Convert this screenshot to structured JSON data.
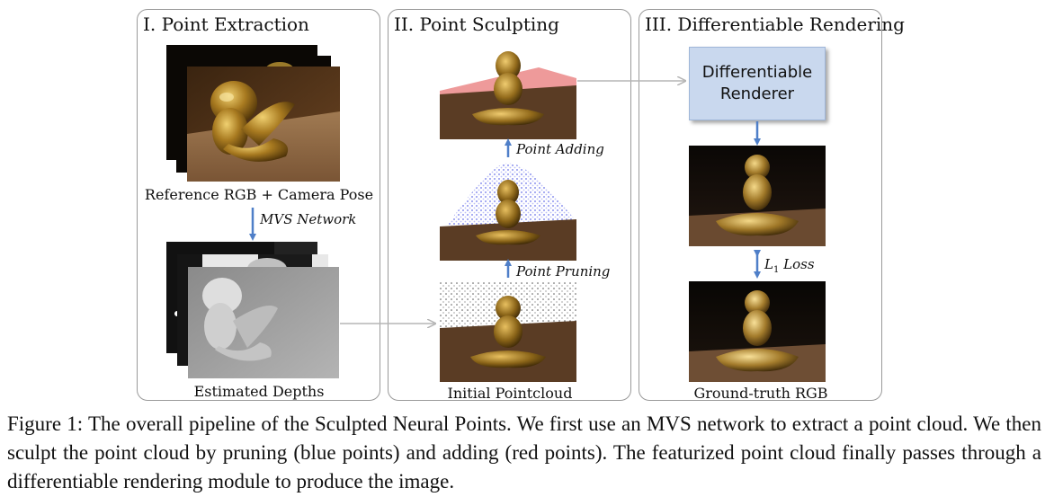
{
  "panels": {
    "extraction": {
      "title": "I. Point Extraction"
    },
    "sculpting": {
      "title": "II. Point Sculpting"
    },
    "rendering": {
      "title": "III. Differentiable Rendering"
    }
  },
  "labels": {
    "reference": "Reference RGB + Camera Pose",
    "mvs": "MVS Network",
    "depths": "Estimated Depths",
    "initial": "Initial Pointcloud",
    "pruning": "Point Pruning",
    "adding": "Point Adding",
    "renderer": "Differentiable Renderer",
    "loss_symbol": "L",
    "loss_sub": "1",
    "loss_word": "Loss",
    "ground_truth": "Ground-truth RGB"
  },
  "caption": "Figure 1: The overall pipeline of the Sculpted Neural Points. We first use an MVS network to extract a point cloud. We then sculpt the point cloud by pruning (blue points) and adding (red points). The featurized point cloud finally passes through a differentiable rendering module to produce the image.",
  "colors": {
    "arrow_blue": "#4f7fc8",
    "arrow_gray": "#b5b5b5",
    "renderer_fill": "#c9d8ee",
    "pruned_points": "#9aa0f0",
    "added_points": "#ee9a9a"
  }
}
